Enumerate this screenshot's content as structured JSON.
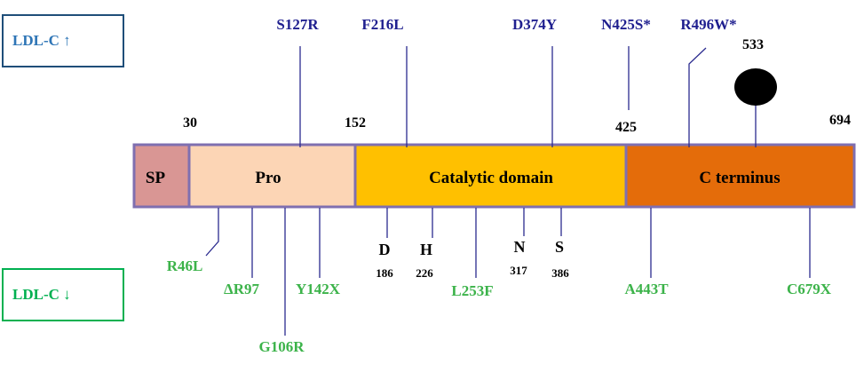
{
  "legend": {
    "up": "LDL-C ↑",
    "down": "LDL-C ↓"
  },
  "colors": {
    "up_text": "#1f1f8f",
    "down_text": "#3cb34a",
    "line": "#2b2b8f",
    "border": "#7f6fb0",
    "sp": "#d99694",
    "pro": "#fcd5b5",
    "catalytic": "#ffc000",
    "c_terminus": "#e46c0a"
  },
  "domains": [
    {
      "label": "SP",
      "color": "#d99694"
    },
    {
      "label": "Pro",
      "color": "#fcd5b5"
    },
    {
      "label": "Catalytic domain",
      "color": "#ffc000"
    },
    {
      "label": "C terminus",
      "color": "#e46c0a"
    }
  ],
  "boundaries": [
    "30",
    "152",
    "425",
    "694"
  ],
  "upper_mutations": [
    "S127R",
    "F216L",
    "D374Y",
    "N425S*",
    "R496W*"
  ],
  "glycosylation_site": "533",
  "catalytic_triad": [
    {
      "residue": "D",
      "position": "186"
    },
    {
      "residue": "H",
      "position": "226"
    },
    {
      "residue": "N",
      "position": "317"
    },
    {
      "residue": "S",
      "position": "386"
    }
  ],
  "lower_mutations": [
    "R46L",
    "ΔR97",
    "G106R",
    "Y142X",
    "L253F",
    "A443T",
    "C679X"
  ]
}
